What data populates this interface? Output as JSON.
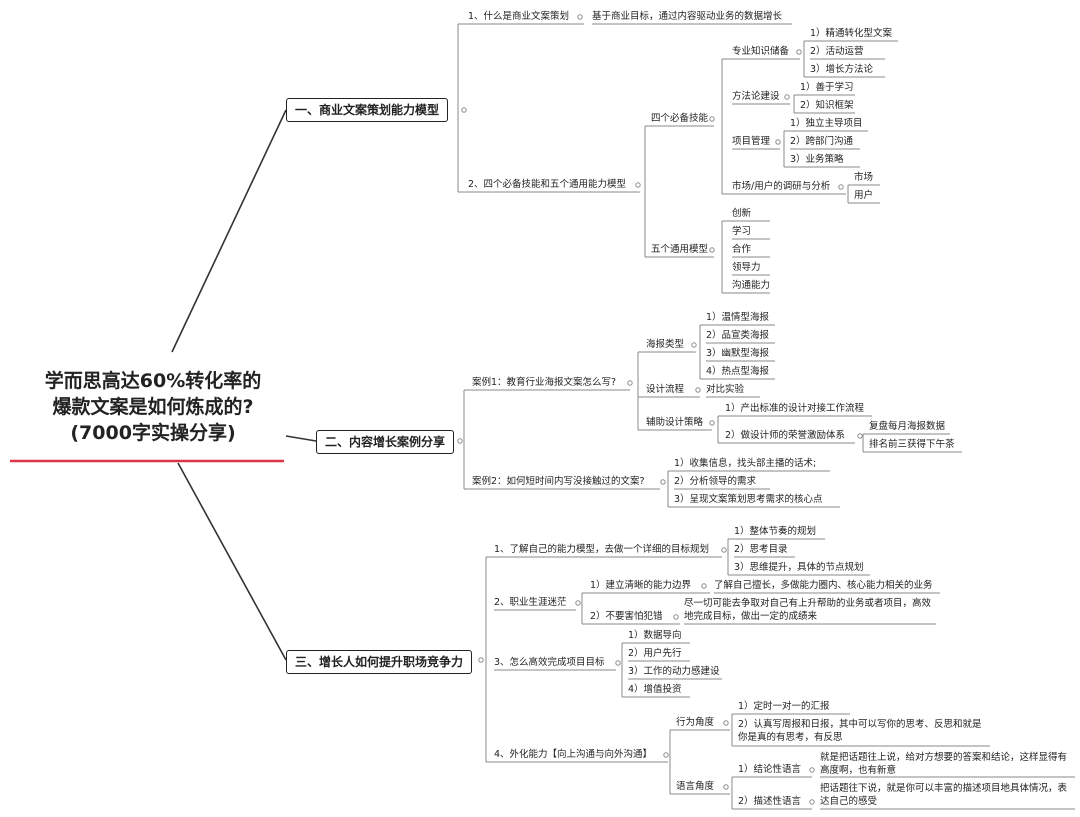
{
  "root": {
    "line1": "学而思高达60%转化率的",
    "line2": "爆款文案是如何炼成的?",
    "line3": "(7000字实操分享)"
  },
  "colors": {
    "accent_underline": "#e0344a",
    "lines": "#8a8a8a",
    "text": "#222222"
  },
  "s1": {
    "title": "一、商业文案策划能力模型",
    "q1": "1、什么是商业文案策划",
    "q1a": "基于商业目标，通过内容驱动业务的数据增长",
    "q2": "2、四个必备技能和五个通用能力模型",
    "skills": "四个必备技能",
    "prof": "专业知识储备",
    "prof1": "1）精通转化型文案",
    "prof2": "2）活动运营",
    "prof3": "3）增长方法论",
    "method": "方法论建设",
    "method1": "1）善于学习",
    "method2": "2）知识框架",
    "pm": "项目管理",
    "pm1": "1）独立主导项目",
    "pm2": "2）跨部门沟通",
    "pm3": "3）业务策略",
    "market": "市场/用户的调研与分析",
    "market1": "市场",
    "market2": "用户",
    "general": "五个通用模型",
    "g1": "创新",
    "g2": "学习",
    "g3": "合作",
    "g4": "领导力",
    "g5": "沟通能力"
  },
  "s2": {
    "title": "二、内容增长案例分享",
    "c1": "案例1：教育行业海报文案怎么写?",
    "poster": "海报类型",
    "p1": "1）温情型海报",
    "p2": "2）品宣类海报",
    "p3": "3）幽默型海报",
    "p4": "4）热点型海报",
    "flow": "设计流程",
    "flow1": "对比实验",
    "aux": "辅助设计策略",
    "aux1": "1）产出标准的设计对接工作流程",
    "aux2": "2）做设计师的荣誉激励体系",
    "aux2a": "复盘每月海报数据",
    "aux2b": "排名前三获得下午茶",
    "c2": "案例2：如何短时间内写没接触过的文案?",
    "c2a": "1）收集信息，找头部主播的话术;",
    "c2b": "2）分析领导的需求",
    "c2c": "3）呈现文案策划思考需求的核心点"
  },
  "s3": {
    "title": "三、增长人如何提升职场竞争力",
    "a": "1、了解自己的能力模型，去做一个详细的目标规划",
    "a1": "1）整体节奏的规划",
    "a2": "2）思考目录",
    "a3": "3）思维提升，具体的节点规划",
    "b": "2、职业生涯迷茫",
    "b1": "1）建立清晰的能力边界",
    "b1a": "了解自己擅长，多做能力圈内、核心能力相关的业务",
    "b2": "2）不要害怕犯错",
    "b2a": "尽一切可能去争取对自己有上升帮助的业务或者项目，高效地完成目标，做出一定的成绩来",
    "c": "3、怎么高效完成项目目标",
    "c1": "1）数据导向",
    "c2": "2）用户先行",
    "c3": "3）工作的动力感建设",
    "c4": "4）增值投资",
    "d": "4、外化能力【向上沟通与向外沟通】",
    "behav": "行为角度",
    "behav1": "1）定时一对一的汇报",
    "behav2": "2）认真写周报和日报，其中可以写你的思考、反思和就是你是真的有思考，有反思",
    "lang": "语言角度",
    "lang1": "1）结论性语言",
    "lang1a": "就是把话题往上说，给对方想要的答案和结论，这样显得有高度啊，也有新意",
    "lang2": "2）描述性语言",
    "lang2a": "把话题往下说，就是你可以丰富的描述项目地具体情况，表达自己的感受"
  }
}
